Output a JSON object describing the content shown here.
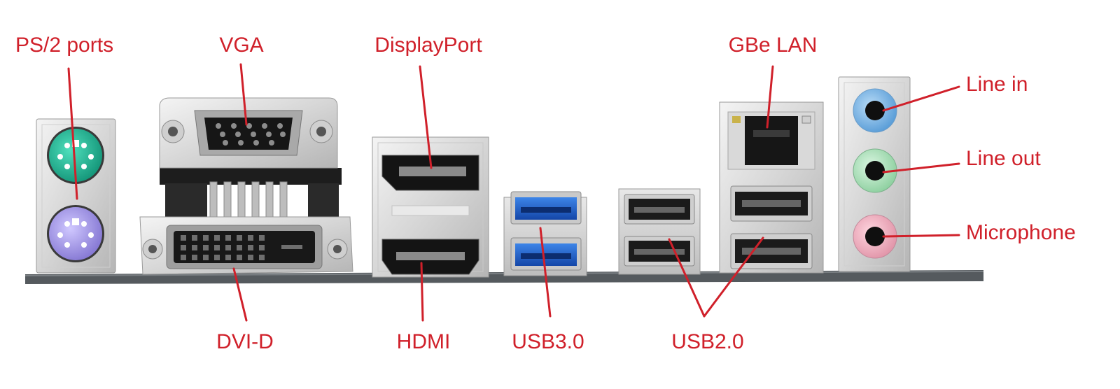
{
  "labels": {
    "ps2": "PS/2 ports",
    "vga": "VGA",
    "displayport": "DisplayPort",
    "gbe_lan": "GBe LAN",
    "line_in": "Line in",
    "line_out": "Line out",
    "microphone": "Microphone",
    "dvi_d": "DVI-D",
    "hdmi": "HDMI",
    "usb3": "USB3.0",
    "usb2": "USB2.0"
  },
  "colors": {
    "label": "#d0202a",
    "ps2_keyboard": "#1fb294",
    "ps2_mouse": "#a79be8",
    "audio_line_in": "#79b8e6",
    "audio_line_out": "#a6dfb3",
    "audio_mic": "#f0a8b8",
    "usb3_blue": "#1e5fc8",
    "metal": "#d8d8d8",
    "io_shield": "#4a4e52"
  }
}
